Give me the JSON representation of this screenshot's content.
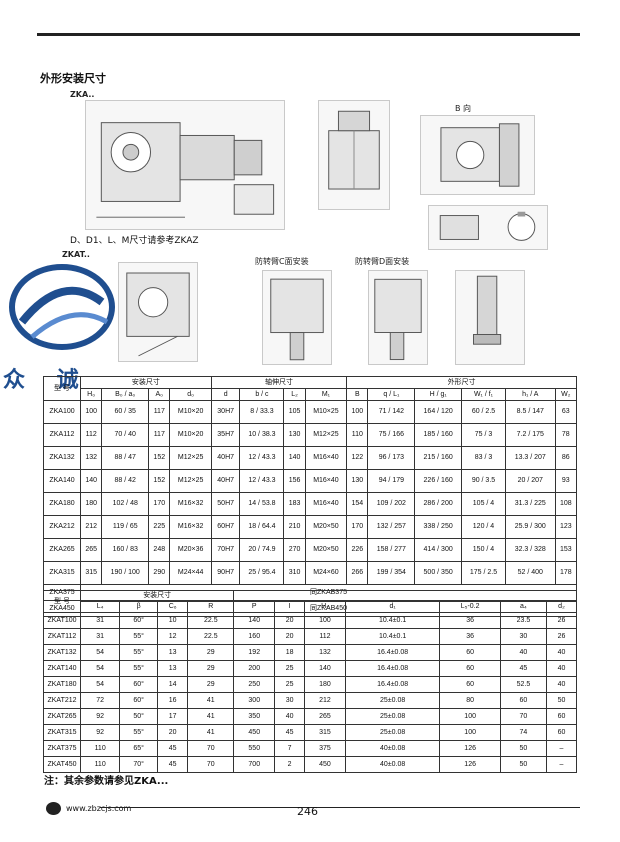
{
  "header": {
    "title": "外形安装尺寸"
  },
  "section_labels": {
    "zka": "ZKA..",
    "zkat": "ZKAT..",
    "b_view": "B 向",
    "c_face": "防转臂C面安装",
    "d_face": "防转臂D面安装",
    "note_ref": "D、D1、L、M尺寸请参考ZKAZ"
  },
  "brand": {
    "name": "众 诚"
  },
  "table1": {
    "headers": {
      "model": "型 号",
      "install": "安装尺寸",
      "shaft": "轴伸尺寸",
      "outline": "外形尺寸"
    },
    "subheaders": [
      "H₀",
      "B₀ / a₀",
      "A₀",
      "d₀",
      "d",
      "b / c",
      "L₂",
      "M₁",
      "B",
      "q / L₁",
      "H / g₁",
      "W₁ / f₁",
      "h₁ / A",
      "W₂"
    ],
    "rows": [
      {
        "model": "ZKA100",
        "c": [
          "100",
          "60 / 35",
          "117",
          "M10×20",
          "30H7",
          "8 / 33.3",
          "105",
          "M10×25",
          "100",
          "71 / 142",
          "164 / 120",
          "60 / 2.5",
          "8.5 / 147",
          "63"
        ]
      },
      {
        "model": "ZKA112",
        "c": [
          "112",
          "70 / 40",
          "117",
          "M10×20",
          "35H7",
          "10 / 38.3",
          "130",
          "M12×25",
          "110",
          "75 / 166",
          "185 / 160",
          "75 / 3",
          "7.2 / 175",
          "78"
        ]
      },
      {
        "model": "ZKA132",
        "c": [
          "132",
          "88 / 47",
          "152",
          "M12×25",
          "40H7",
          "12 / 43.3",
          "140",
          "M16×40",
          "122",
          "96 / 173",
          "215 / 160",
          "83 / 3",
          "13.3 / 207",
          "86"
        ]
      },
      {
        "model": "ZKA140",
        "c": [
          "140",
          "88 / 42",
          "152",
          "M12×25",
          "40H7",
          "12 / 43.3",
          "156",
          "M16×40",
          "130",
          "94 / 179",
          "226 / 160",
          "90 / 3.5",
          "20 / 207",
          "93"
        ]
      },
      {
        "model": "ZKA180",
        "c": [
          "180",
          "102 / 48",
          "170",
          "M16×32",
          "50H7",
          "14 / 53.8",
          "183",
          "M16×40",
          "154",
          "109 / 202",
          "286 / 200",
          "105 / 4",
          "31.3 / 225",
          "108"
        ]
      },
      {
        "model": "ZKA212",
        "c": [
          "212",
          "119 / 65",
          "225",
          "M16×32",
          "60H7",
          "18 / 64.4",
          "210",
          "M20×50",
          "170",
          "132 / 257",
          "338 / 250",
          "120 / 4",
          "25.9 / 300",
          "123"
        ]
      },
      {
        "model": "ZKA265",
        "c": [
          "265",
          "160 / 83",
          "248",
          "M20×36",
          "70H7",
          "20 / 74.9",
          "270",
          "M20×50",
          "226",
          "158 / 277",
          "414 / 300",
          "150 / 4",
          "32.3 / 328",
          "153"
        ]
      },
      {
        "model": "ZKA315",
        "c": [
          "315",
          "190 / 100",
          "290",
          "M24×44",
          "90H7",
          "25 / 95.4",
          "310",
          "M24×60",
          "266",
          "199 / 354",
          "500 / 350",
          "175 / 2.5",
          "52 / 400",
          "178"
        ]
      }
    ],
    "span_rows": [
      {
        "model": "ZKA375",
        "text": "同ZKAB375"
      },
      {
        "model": "ZKA450",
        "text": "同ZKAB450"
      }
    ]
  },
  "table2": {
    "headers": {
      "model": "型 号",
      "install": "安装尺寸"
    },
    "subheaders": [
      "L₄",
      "β",
      "C₆",
      "R",
      "P",
      "I",
      "H₂",
      "d₁",
      "L₅-0.2",
      "a₄",
      "d₂"
    ],
    "rows": [
      {
        "model": "ZKAT100",
        "c": [
          "31",
          "60°",
          "10",
          "22.5",
          "140",
          "20",
          "100",
          "10.4±0.1",
          "36",
          "23.5",
          "26"
        ]
      },
      {
        "model": "ZKAT112",
        "c": [
          "31",
          "55°",
          "12",
          "22.5",
          "160",
          "20",
          "112",
          "10.4±0.1",
          "36",
          "30",
          "26"
        ]
      },
      {
        "model": "ZKAT132",
        "c": [
          "54",
          "55°",
          "13",
          "29",
          "192",
          "18",
          "132",
          "16.4±0.08",
          "60",
          "40",
          "40"
        ]
      },
      {
        "model": "ZKAT140",
        "c": [
          "54",
          "55°",
          "13",
          "29",
          "200",
          "25",
          "140",
          "16.4±0.08",
          "60",
          "45",
          "40"
        ]
      },
      {
        "model": "ZKAT180",
        "c": [
          "54",
          "60°",
          "14",
          "29",
          "250",
          "25",
          "180",
          "16.4±0.08",
          "60",
          "52.5",
          "40"
        ]
      },
      {
        "model": "ZKAT212",
        "c": [
          "72",
          "60°",
          "16",
          "41",
          "300",
          "30",
          "212",
          "25±0.08",
          "80",
          "60",
          "50"
        ]
      },
      {
        "model": "ZKAT265",
        "c": [
          "92",
          "50°",
          "17",
          "41",
          "350",
          "40",
          "265",
          "25±0.08",
          "100",
          "70",
          "60"
        ]
      },
      {
        "model": "ZKAT315",
        "c": [
          "92",
          "55°",
          "20",
          "41",
          "450",
          "45",
          "315",
          "25±0.08",
          "100",
          "74",
          "60"
        ]
      },
      {
        "model": "ZKAT375",
        "c": [
          "110",
          "65°",
          "45",
          "70",
          "550",
          "7",
          "375",
          "40±0.08",
          "126",
          "50",
          "–"
        ]
      },
      {
        "model": "ZKAT450",
        "c": [
          "110",
          "70°",
          "45",
          "70",
          "700",
          "2",
          "450",
          "40±0.08",
          "126",
          "50",
          "–"
        ]
      }
    ]
  },
  "footer": {
    "note": "注：其余参数请参见ZKA...",
    "website": "www.zbzcjs.com",
    "page_number": "246"
  },
  "colors": {
    "brand_blue": "#1f4e8f",
    "rule": "#222222"
  }
}
